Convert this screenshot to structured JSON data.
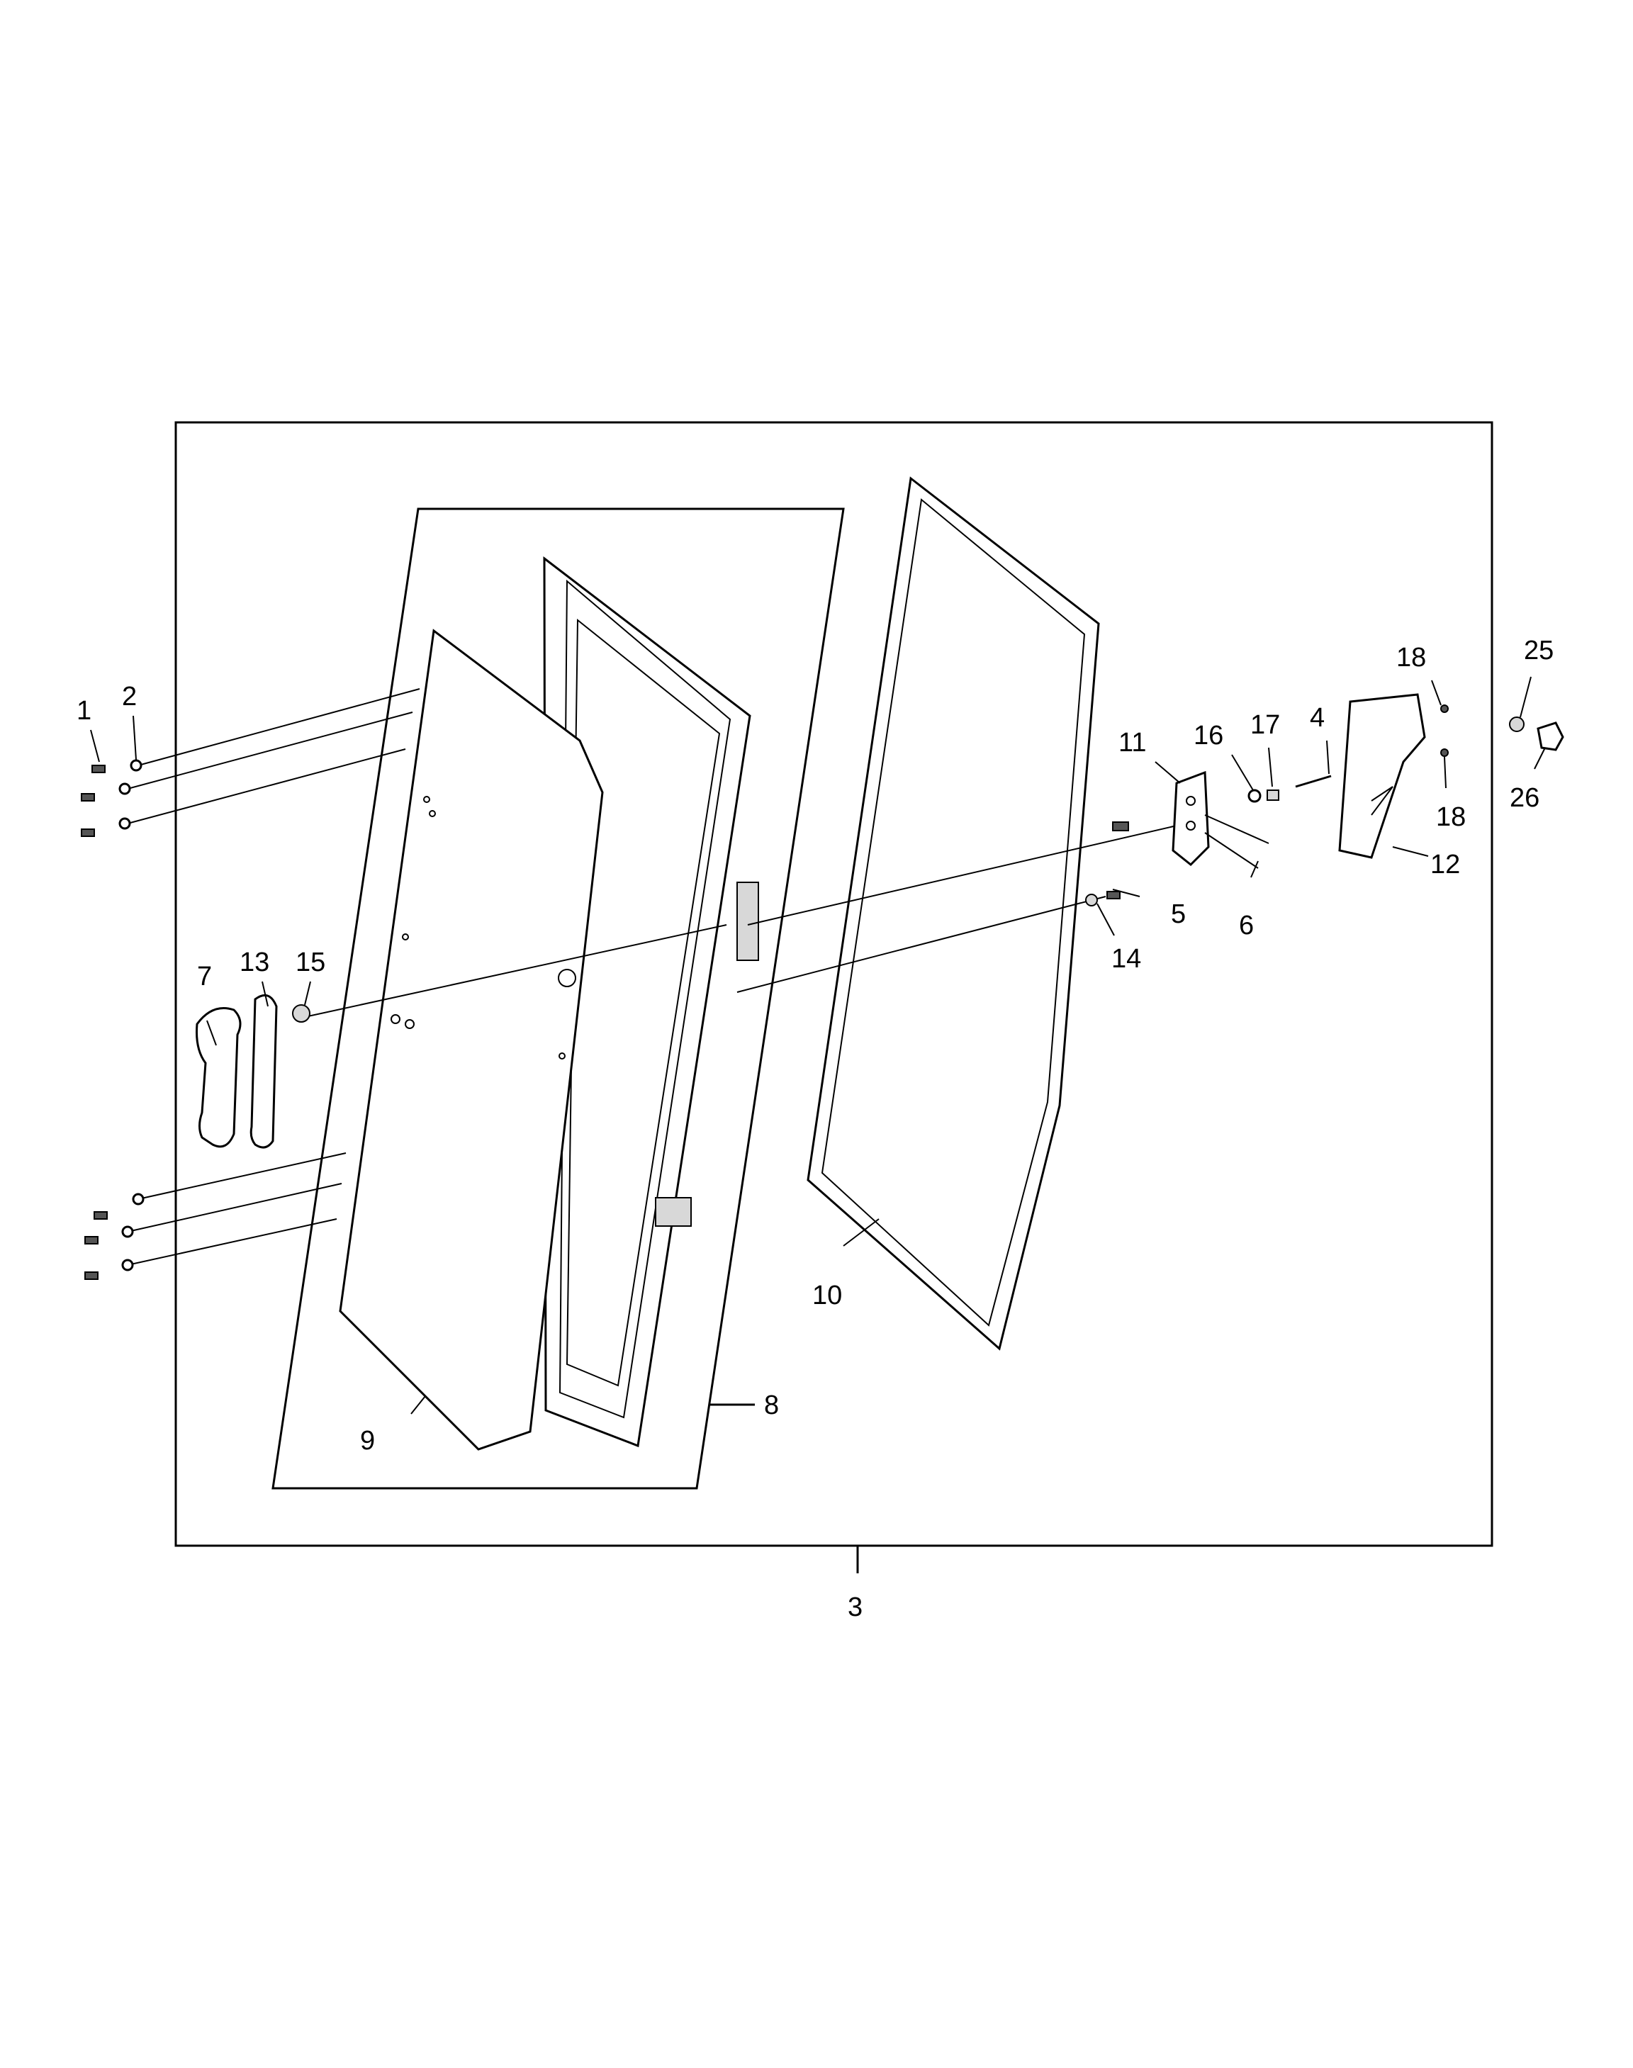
{
  "callouts": {
    "c1": "1",
    "c2": "2",
    "c3": "3",
    "c4": "4",
    "c5": "5",
    "c6": "6",
    "c7": "7",
    "c8": "8",
    "c9": "9",
    "c10": "10",
    "c11": "11",
    "c12": "12",
    "c13": "13",
    "c14": "14",
    "c15": "15",
    "c16": "16",
    "c17": "17",
    "c18a": "18",
    "c18b": "18",
    "c25": "25",
    "c26": "26"
  }
}
